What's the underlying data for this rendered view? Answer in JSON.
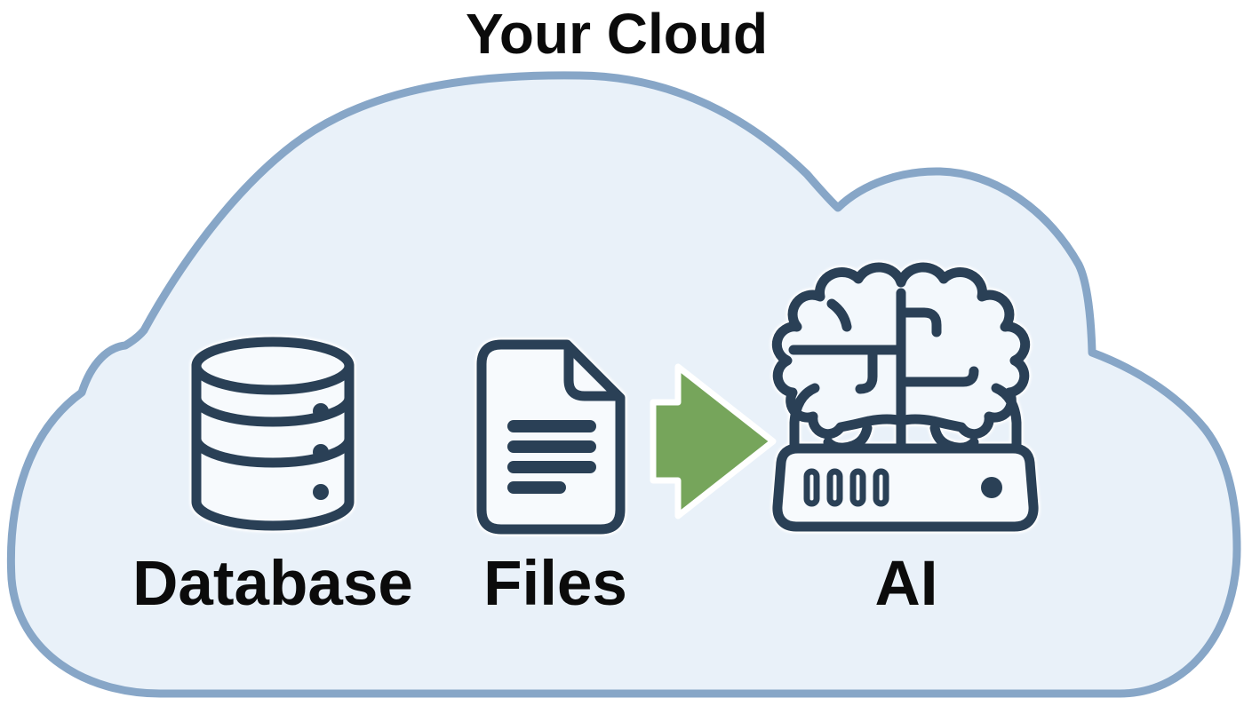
{
  "title": "Your Cloud",
  "cloud": {
    "fill_color": "#e9f1f9",
    "stroke_color": "#87a6c7"
  },
  "items": [
    {
      "icon": "database-icon",
      "label": "Database"
    },
    {
      "icon": "document-file-icon",
      "label": "Files"
    },
    {
      "icon": "ai-brain-server-icon",
      "label": "AI"
    }
  ],
  "arrow": {
    "direction": "right",
    "fill_color": "#76a55b",
    "outline_color": "#ffffff"
  },
  "icon_ink_color": "#2a4056",
  "text_color": "#0b0b0b"
}
